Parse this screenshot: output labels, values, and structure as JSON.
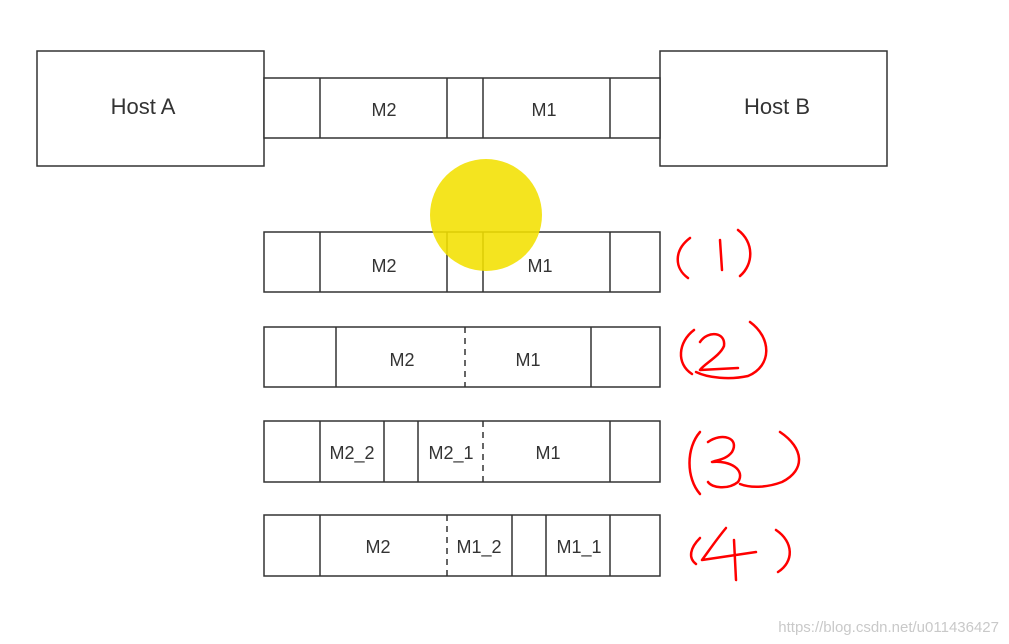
{
  "hosts": {
    "a": "Host A",
    "b": "Host B"
  },
  "top_stream": {
    "m2": "M2",
    "m1": "M1"
  },
  "cases": [
    {
      "label": "(1)",
      "cells": [
        "M2",
        "M1"
      ]
    },
    {
      "label": "(2)",
      "cells": [
        "M2",
        "M1"
      ]
    },
    {
      "label": "(3)",
      "cells": [
        "M2_2",
        "M2_1",
        "M1"
      ]
    },
    {
      "label": "(4)",
      "cells": [
        "M2",
        "M1_2",
        "M1_1"
      ]
    }
  ],
  "colors": {
    "stroke": "#333333",
    "highlight": "#f2e000",
    "annotation": "#ff0000"
  },
  "watermark": "https://blog.csdn.net/u011436427"
}
